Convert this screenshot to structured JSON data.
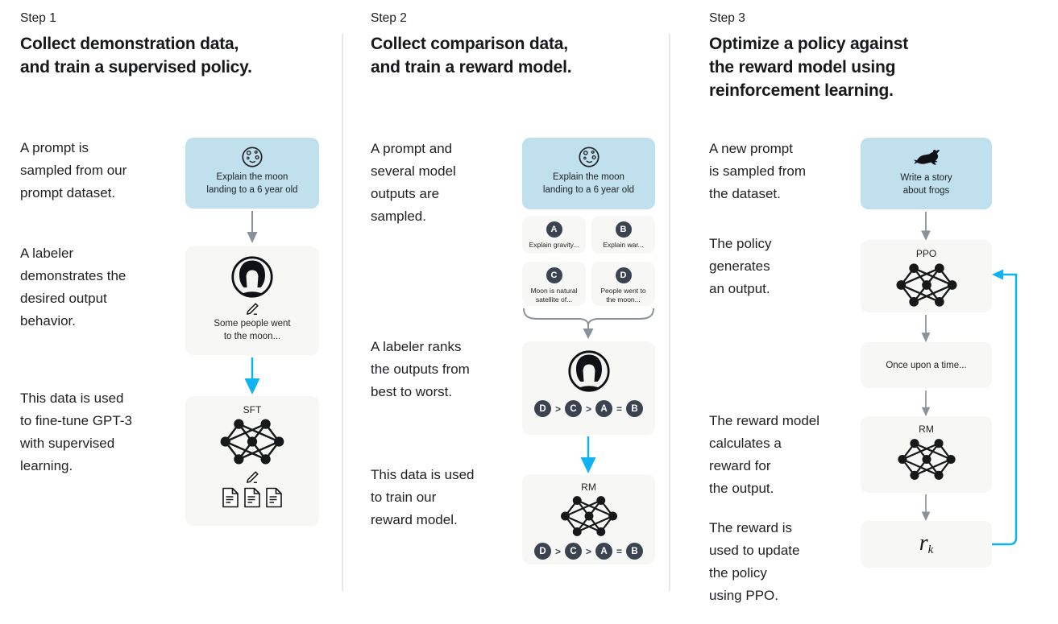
{
  "palette": {
    "prompt_box_bg": "#bfe0ec",
    "model_box_bg": "#f7f7f5",
    "accent_blue": "#0fb3f2",
    "arrow_gray": "#8b919a",
    "badge_bg": "#3b4350",
    "divider_gray": "#e8e8e8"
  },
  "step1": {
    "label": "Step 1",
    "title": [
      "Collect demonstration data,",
      "and train a supervised policy."
    ],
    "captions": [
      [
        "A prompt is",
        "sampled from our",
        "prompt dataset."
      ],
      [
        "A labeler",
        "demonstrates the",
        "desired output",
        "behavior."
      ],
      [
        "This data is used",
        "to fine-tune GPT-3",
        "with supervised",
        "learning."
      ]
    ],
    "prompt_box": {
      "icon": "moon-icon",
      "text": [
        "Explain the moon",
        "landing to a 6 year old"
      ]
    },
    "labeler_box": {
      "icon": "labeler-avatar-icon",
      "text": [
        "Some people went",
        "to the moon..."
      ]
    },
    "sft_box": {
      "label": "SFT"
    }
  },
  "step2": {
    "label": "Step 2",
    "title": [
      "Collect comparison data,",
      "and train a reward model."
    ],
    "captions": [
      [
        "A prompt and",
        "several model",
        "outputs are",
        "sampled."
      ],
      [
        "A labeler ranks",
        "the outputs from",
        "best to worst."
      ],
      [
        "This data is used",
        "to train our",
        "reward model."
      ]
    ],
    "prompt_box": {
      "icon": "moon-icon",
      "text": [
        "Explain the moon",
        "landing to a 6 year old"
      ]
    },
    "outputs": [
      {
        "letter": "A",
        "text": [
          "Explain gravity..."
        ]
      },
      {
        "letter": "B",
        "text": [
          "Explain war..."
        ]
      },
      {
        "letter": "C",
        "text": [
          "Moon is natural",
          "satellite of..."
        ]
      },
      {
        "letter": "D",
        "text": [
          "People went to",
          "the moon..."
        ]
      }
    ],
    "ranking": {
      "letters": [
        "D",
        "C",
        "A",
        "B"
      ],
      "ops": [
        ">",
        ">",
        "="
      ]
    },
    "rm_box": {
      "label": "RM"
    }
  },
  "step3": {
    "label": "Step 3",
    "title": [
      "Optimize a policy against",
      "the reward model using",
      "reinforcement learning."
    ],
    "captions": [
      [
        "A new prompt",
        "is sampled from",
        "the dataset."
      ],
      [
        "The policy",
        "generates",
        "an output."
      ],
      [
        "The reward model",
        "calculates a",
        "reward for",
        "the output."
      ],
      [
        "The reward is",
        "used to update",
        "the policy",
        "using PPO."
      ]
    ],
    "prompt_box": {
      "icon": "frog-icon",
      "text": [
        "Write a story",
        "about frogs"
      ]
    },
    "ppo_box": {
      "label": "PPO"
    },
    "output_box": {
      "text": "Once upon a time..."
    },
    "rm_box": {
      "label": "RM"
    },
    "reward_box": {
      "symbol": "r",
      "subscript": "k"
    }
  }
}
